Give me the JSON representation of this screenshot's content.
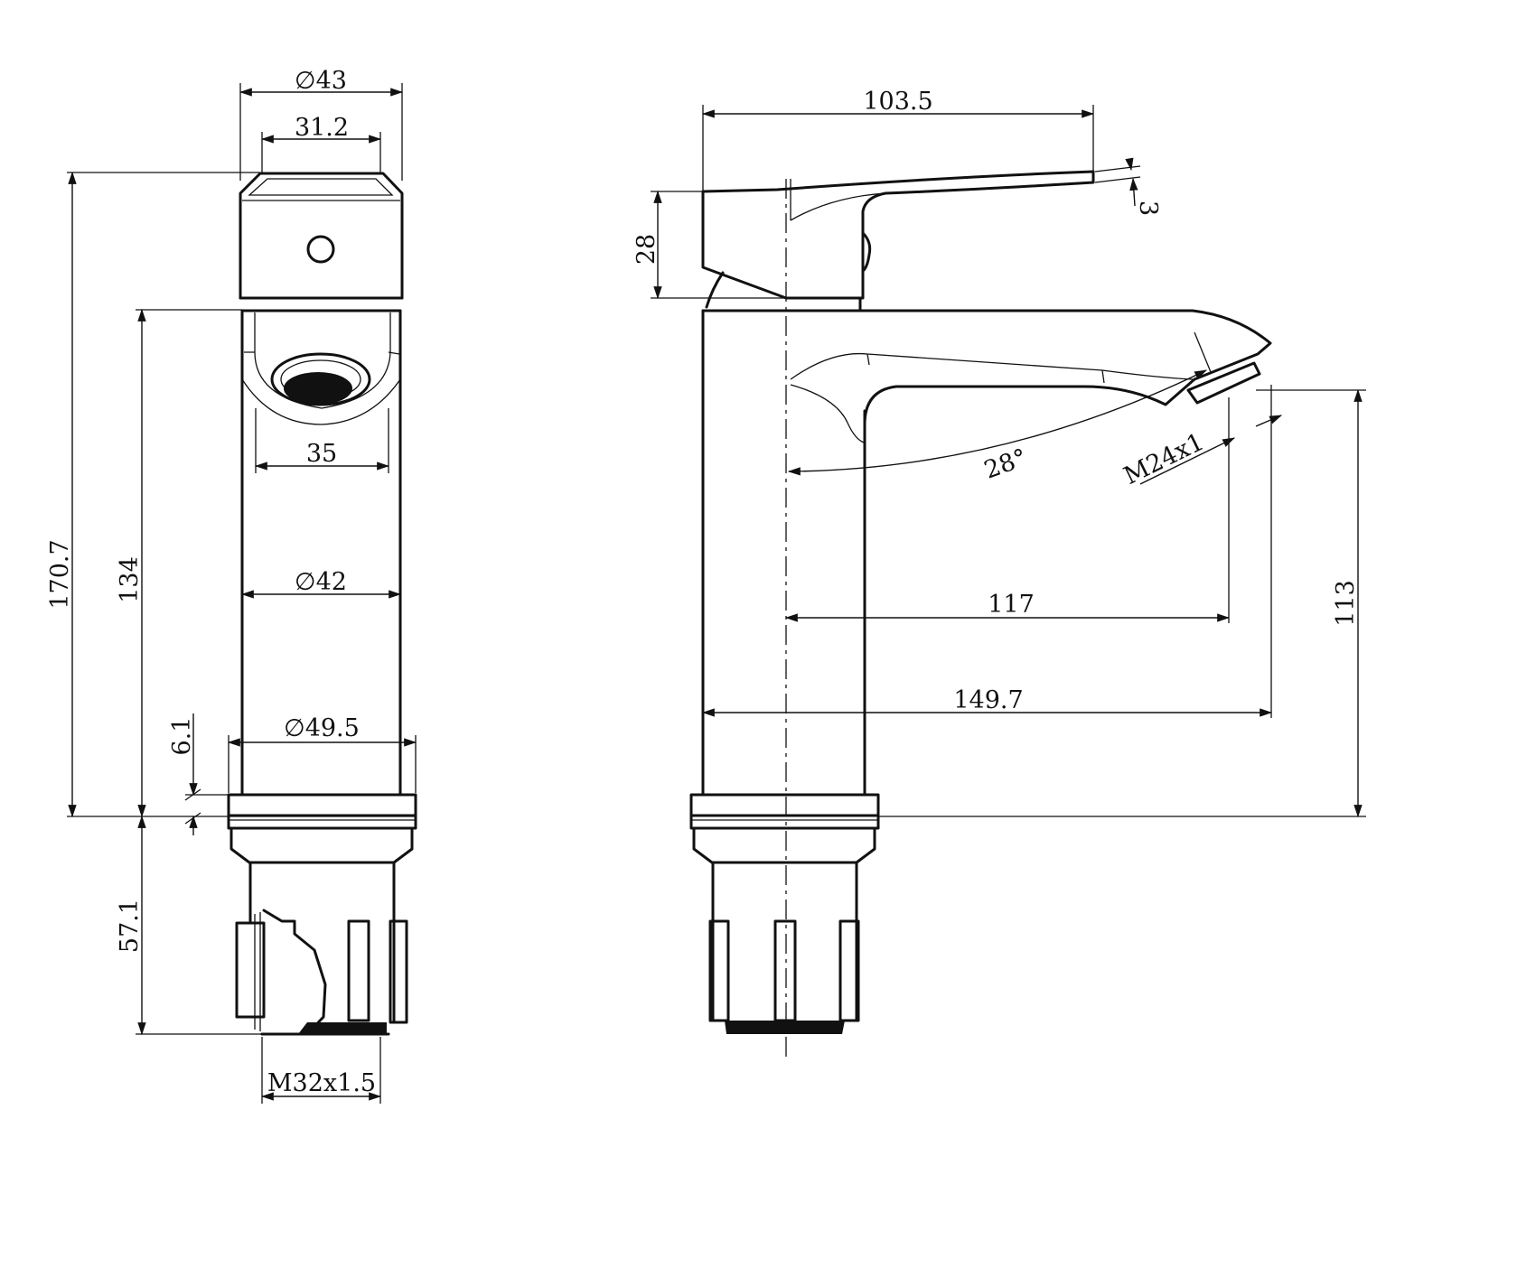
{
  "dimensions": {
    "front_top_diameter": "∅43",
    "front_top_inner": "31.2",
    "front_body_upper_width": "35",
    "front_body_diameter": "∅42",
    "front_base_diameter": "∅49.5",
    "front_base_height": "6.1",
    "front_total_height": "170.7",
    "front_body_height": "134",
    "front_shank_length": "57.1",
    "front_shank_thread": "M32x1.5",
    "side_handle_length": "103.5",
    "side_handle_thickness": "3",
    "side_handle_height": "28",
    "side_spout_angle": "28°",
    "side_aerator_thread": "M24x1",
    "side_spout_reach_center": "117",
    "side_spout_reach_total": "149.7",
    "side_spout_height": "113"
  }
}
